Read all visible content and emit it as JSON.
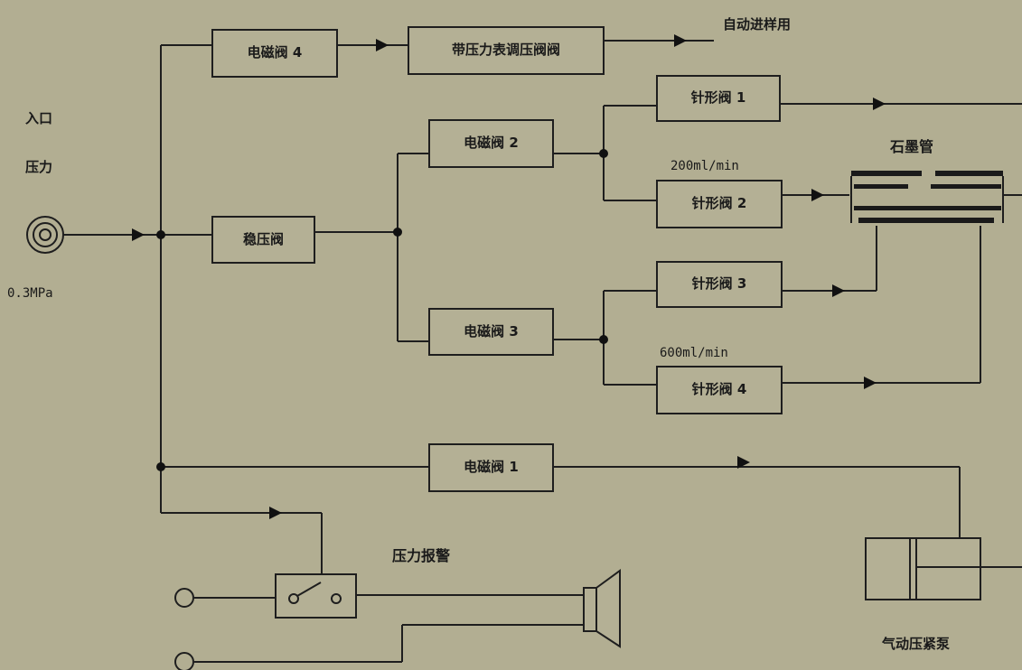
{
  "labels": {
    "inlet_1": "入口",
    "inlet_2": "压力",
    "inlet_pressure": "0.3MPa",
    "auto_sampling": "自动进样用",
    "quartz_tube": "石墨管",
    "flow_200": "200ml/min",
    "flow_600": "600ml/min",
    "pressure_alarm": "压力报警",
    "pneumatic_pump": "气动压紧泵"
  },
  "boxes": {
    "solenoid_valve_4": "电磁阀 4",
    "pressure_regulator": "带压力表调压阀阀",
    "solenoid_valve_2": "电磁阀 2",
    "stabilizer_valve": "稳压阀",
    "solenoid_valve_3": "电磁阀 3",
    "needle_valve_1": "针形阀 1",
    "needle_valve_2": "针形阀 2",
    "needle_valve_3": "针形阀 3",
    "needle_valve_4": "针形阀 4",
    "solenoid_valve_1": "电磁阀 1"
  }
}
